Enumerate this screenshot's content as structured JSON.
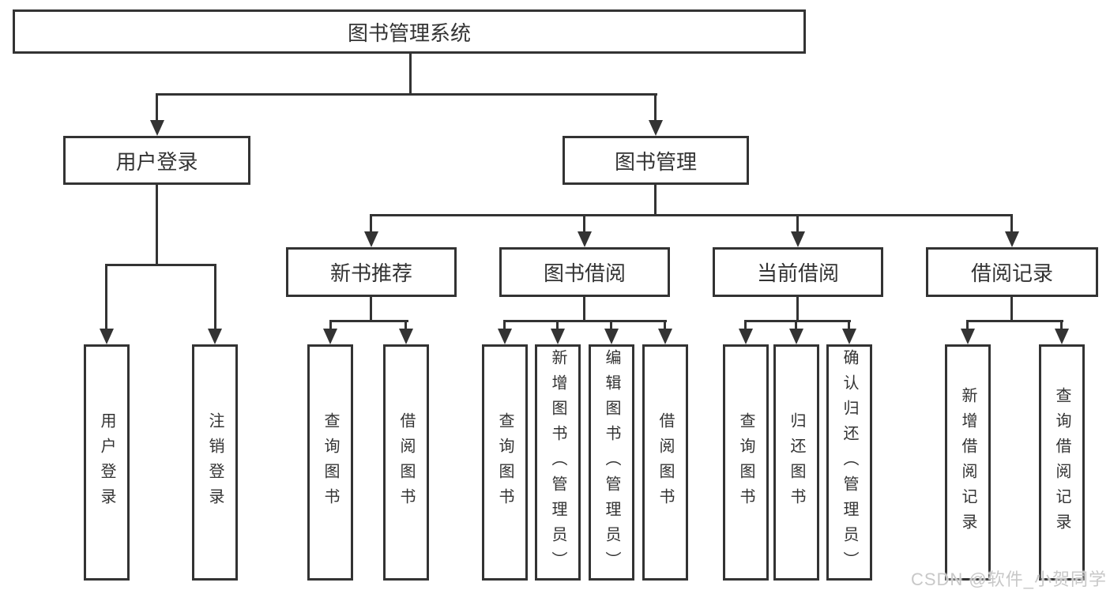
{
  "tree": {
    "label": "图书管理系统",
    "children": [
      {
        "label": "用户登录",
        "children": [
          {
            "label": "用户登录"
          },
          {
            "label": "注销登录"
          }
        ]
      },
      {
        "label": "图书管理",
        "children": [
          {
            "label": "新书推荐",
            "children": [
              {
                "label": "查询图书"
              },
              {
                "label": "借阅图书"
              }
            ]
          },
          {
            "label": "图书借阅",
            "children": [
              {
                "label": "查询图书"
              },
              {
                "label": "新增图书（管理员）"
              },
              {
                "label": "编辑图书（管理员）"
              },
              {
                "label": "借阅图书"
              }
            ]
          },
          {
            "label": "当前借阅",
            "children": [
              {
                "label": "查询图书"
              },
              {
                "label": "归还图书"
              },
              {
                "label": "确认归还（管理员）"
              }
            ]
          },
          {
            "label": "借阅记录",
            "children": [
              {
                "label": "新增借阅记录"
              },
              {
                "label": "查询借阅记录"
              }
            ]
          }
        ]
      }
    ]
  },
  "watermark": {
    "text": "CSDN @软件_小贺同学",
    "color": "#c8c8c8"
  },
  "colors": {
    "line": "#333333",
    "text": "#333333",
    "background": "#ffffff"
  }
}
